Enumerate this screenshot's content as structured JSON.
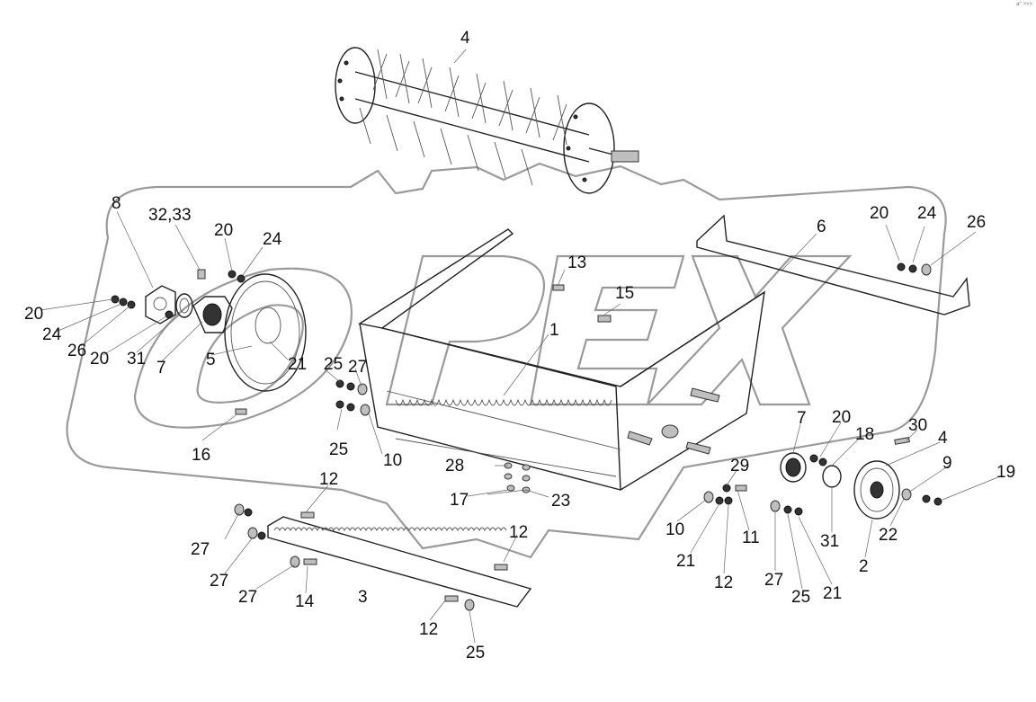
{
  "corner_mark": "a° >>>",
  "watermark_text": "OPEX",
  "callouts": [
    {
      "text": "4"
    },
    {
      "text": "8"
    },
    {
      "text": "32,33"
    },
    {
      "text": "20"
    },
    {
      "text": "24"
    },
    {
      "text": "20"
    },
    {
      "text": "24"
    },
    {
      "text": "26"
    },
    {
      "text": "20"
    },
    {
      "text": "31"
    },
    {
      "text": "7"
    },
    {
      "text": "5"
    },
    {
      "text": "21"
    },
    {
      "text": "25"
    },
    {
      "text": "27"
    },
    {
      "text": "25"
    },
    {
      "text": "16"
    },
    {
      "text": "10"
    },
    {
      "text": "13"
    },
    {
      "text": "15"
    },
    {
      "text": "1"
    },
    {
      "text": "6"
    },
    {
      "text": "20"
    },
    {
      "text": "24"
    },
    {
      "text": "26"
    },
    {
      "text": "7"
    },
    {
      "text": "20"
    },
    {
      "text": "18"
    },
    {
      "text": "30"
    },
    {
      "text": "4"
    },
    {
      "text": "9"
    },
    {
      "text": "19"
    },
    {
      "text": "29"
    },
    {
      "text": "28"
    },
    {
      "text": "17"
    },
    {
      "text": "23"
    },
    {
      "text": "12"
    },
    {
      "text": "27"
    },
    {
      "text": "27"
    },
    {
      "text": "27"
    },
    {
      "text": "14"
    },
    {
      "text": "3"
    },
    {
      "text": "12"
    },
    {
      "text": "12"
    },
    {
      "text": "25"
    },
    {
      "text": "10"
    },
    {
      "text": "11"
    },
    {
      "text": "21"
    },
    {
      "text": "12"
    },
    {
      "text": "27"
    },
    {
      "text": "25"
    },
    {
      "text": "21"
    },
    {
      "text": "31"
    },
    {
      "text": "2"
    },
    {
      "text": "22"
    }
  ]
}
